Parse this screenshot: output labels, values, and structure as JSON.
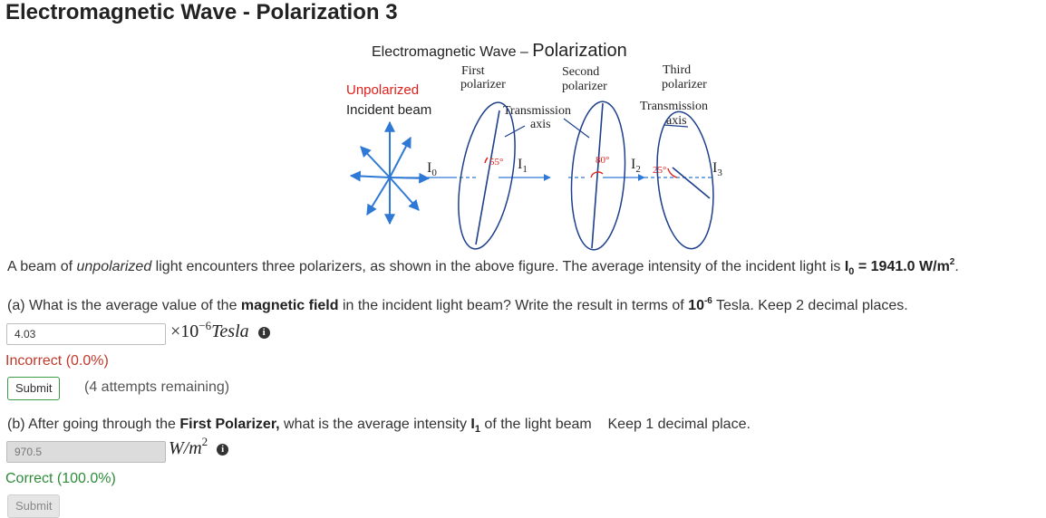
{
  "page": {
    "title": "Electromagnetic Wave - Polarization 3"
  },
  "figure": {
    "title_main": "Electromagnetic Wave – ",
    "title_big": "Polarization",
    "first_polarizer_1": "First",
    "first_polarizer_2": "polarizer",
    "second_polarizer_1": "Second",
    "second_polarizer_2": "polarizer",
    "third_polarizer_1": "Third",
    "third_polarizer_2": "polarizer",
    "unpolarized": "Unpolarized",
    "incident_beam": "Incident beam",
    "transmission_axis_1": "Transmission",
    "transmission_axis_2": "axis",
    "transmission_axis_3": "Transmission",
    "transmission_axis_4": "axis",
    "i0": "I",
    "i0_sub": "0",
    "i1": "I",
    "i1_sub": "1",
    "i2": "I",
    "i2_sub": "2",
    "i3": "I",
    "i3_sub": "3",
    "angle1": "55°",
    "angle2": "80°",
    "angle3": "25°",
    "colors": {
      "red": "#e0201b",
      "blue": "#2f79d6"
    }
  },
  "problem": {
    "intro_1": "A beam of ",
    "intro_italic": "unpolarized",
    "intro_2": " light encounters three polarizers, as shown in the above figure. The average intensity of the incident light is ",
    "intro_bold_I": "I",
    "intro_bold_sub": "0",
    "intro_bold_rest": " = 1941.0 W/m",
    "intro_bold_sup": "2",
    "intro_end": "."
  },
  "part_a": {
    "q_1": "(a) What is the average value of the ",
    "q_bold": "magnetic field",
    "q_2": " in the incident light beam? Write the result in terms of ",
    "q_bold2": "10",
    "q_sup": "-6",
    "q_3": " Tesla. Keep 2 decimal places.",
    "answer": "4.03",
    "unit_times": "×10",
    "unit_exp": "−6",
    "unit_name": "Tesla",
    "status": "Incorrect (0.0%)",
    "submit_label": "Submit",
    "attempts": "(4 attempts remaining)"
  },
  "part_b": {
    "q_1": "(b) After going through the ",
    "q_bold": "First Polarizer,",
    "q_2": " what is the average intensity ",
    "q_bold_I": "I",
    "q_bold_sub": "1",
    "q_3": " of the light beam    Keep 1 decimal place.",
    "answer": "970.5",
    "unit_main": "W/m",
    "unit_sup": "2",
    "status": "Correct (100.0%)",
    "submit_label": "Submit"
  },
  "icons": {
    "info": "info-icon",
    "info_glyph": "i"
  }
}
